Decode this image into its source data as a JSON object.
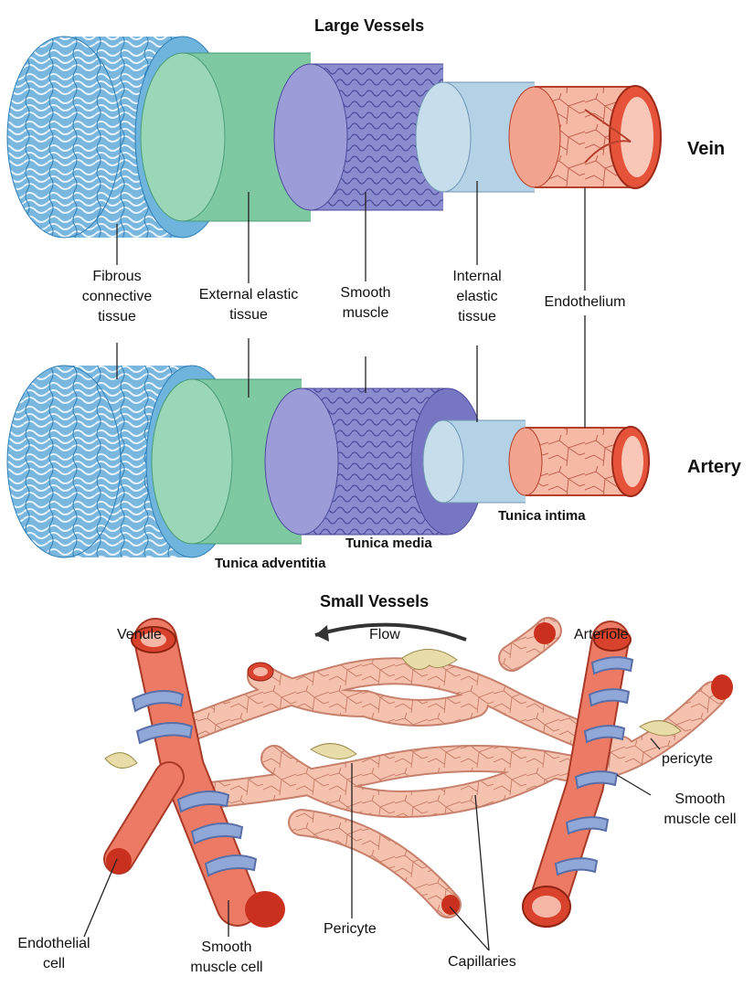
{
  "large": {
    "title": "Large Vessels",
    "vein": "Vein",
    "artery": "Artery",
    "labels": {
      "fibrous": [
        "Fibrous",
        "connective",
        "tissue"
      ],
      "external": [
        "External elastic",
        "tissue"
      ],
      "smooth": [
        "Smooth",
        "muscle"
      ],
      "internal": [
        "Internal",
        "elastic",
        "tissue"
      ],
      "endothelium": "Endothelium"
    },
    "tunica_intima": "Tunica intima",
    "tunica_media": "Tunica media",
    "tunica_adventitia": "Tunica adventitia"
  },
  "small": {
    "title": "Small Vessels",
    "venule": "Venule",
    "flow": "Flow",
    "arteriole": "Arteriole",
    "pericyte_right": "pericyte",
    "smooth_right": [
      "Smooth",
      "muscle cell"
    ],
    "endothelial": [
      "Endothelial",
      "cell"
    ],
    "smooth_bottom": [
      "Smooth",
      "muscle cell"
    ],
    "pericyte_bottom": "Pericyte",
    "capillaries": "Capillaries"
  },
  "colors": {
    "adventitia": "#4a9bd1",
    "external_elastic": "#6dc39a",
    "smooth_muscle": "#7f7fc8",
    "internal_elastic": "#a8c8df",
    "endothelium": "#e86a52",
    "capillary": "#f2b6a0",
    "spiral": "#8aa4d6"
  }
}
